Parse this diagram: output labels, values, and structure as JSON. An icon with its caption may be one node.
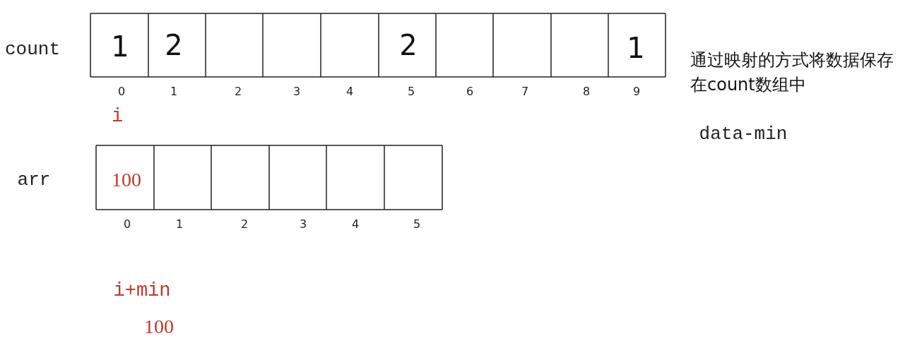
{
  "diagram": {
    "labels": [
      "count",
      "1",
      "2",
      "2",
      "1",
      "通过映射的方式将数据保存在count数组中",
      "0",
      "1",
      "2",
      "3",
      "4",
      "5",
      "6",
      "7",
      "8",
      "9",
      "i",
      "data-min",
      "arr",
      "100",
      "0",
      "1",
      "2",
      "3",
      "4",
      "5",
      "i+min",
      "100"
    ]
  }
}
